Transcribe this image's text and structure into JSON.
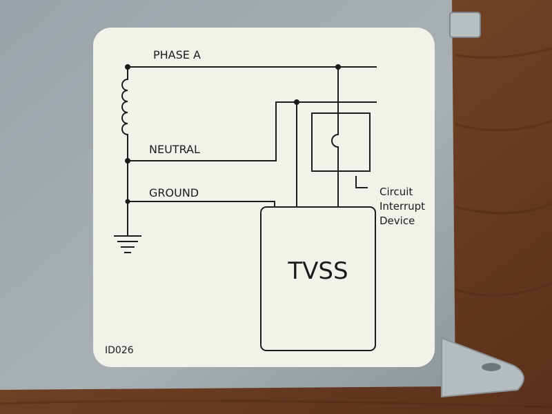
{
  "labels": {
    "phase": "PHASE A",
    "neutral": "NEUTRAL",
    "ground": "GROUND",
    "device_line1": "Circuit",
    "device_line2": "Interrupt",
    "device_line3": "Device",
    "tvss": "TVSS",
    "part_id": "ID026"
  },
  "colors": {
    "wood": "#7a4a2c",
    "enclosure": "#a3abae",
    "label_paper": "#f2f1ea",
    "ink": "#1b1b1b"
  }
}
